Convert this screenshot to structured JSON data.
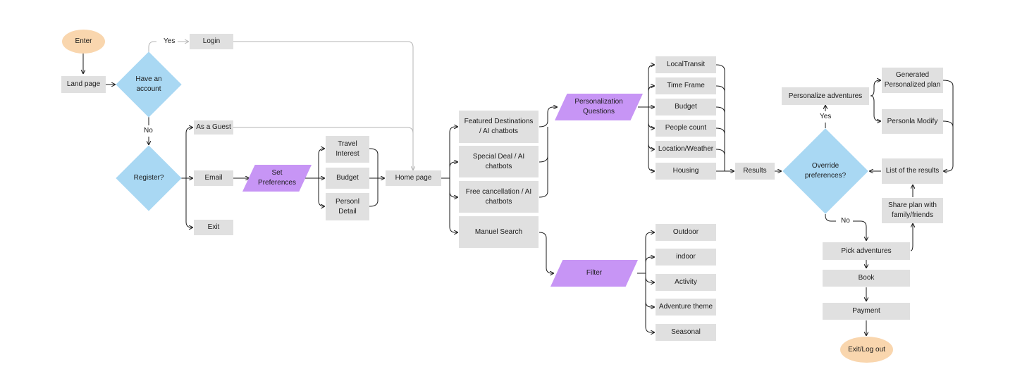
{
  "nodes": {
    "enter": "Enter",
    "land_page": "Land page",
    "have_account": "Have an\naccount",
    "login": "Login",
    "register": "Register?",
    "as_guest": "As a Guest",
    "email": "Email",
    "exit": "Exit",
    "set_preferences": "Set\nPreferences",
    "travel_interest": "Travel\nInterest",
    "budget_pref": "Budget",
    "personl_detail": "Personl\nDetail",
    "home_page": "Home page",
    "featured": "Featured Destinations\n/ AI chatbots",
    "special_deal": "Special Deal / AI\nchatbots",
    "free_cancel": "Free cancellation / AI\nchatbots",
    "manuel_search": "Manuel Search",
    "personalization": "Personalization\nQuestions",
    "filter": "Filter",
    "local_transit": "LocalTransit",
    "time_frame": "Time Frame",
    "budget_q": "Budget",
    "people_count": "People count",
    "location_weather": "Location/Weather",
    "housing": "Housing",
    "outdoor": "Outdoor",
    "indoor": "indoor",
    "activity": "Activity",
    "adventure_theme": "Adventure theme",
    "seasonal": "Seasonal",
    "results": "Results",
    "override": "Override\npreferences?",
    "personalize_adv": "Personalize adventures",
    "generated_plan": "Generated\nPersonalized plan",
    "personla_modify": "Personla Modify",
    "list_results": "List of the results",
    "share_plan": "Share plan with\nfamily/friends",
    "pick_adventures": "Pick adventures",
    "book": "Book",
    "payment": "Payment",
    "exit_logout": "Exit/Log out"
  },
  "edge_labels": {
    "yes_login": "Yes",
    "no_register": "No",
    "yes_personalize": "Yes",
    "no_pick": "No"
  },
  "colors": {
    "process": "#e0e0e0",
    "terminal": "#f9d6ae",
    "decision": "#a9d8f3",
    "io": "#c795f5",
    "line": "#1a1a1a",
    "line_light": "#b5b5b5"
  }
}
